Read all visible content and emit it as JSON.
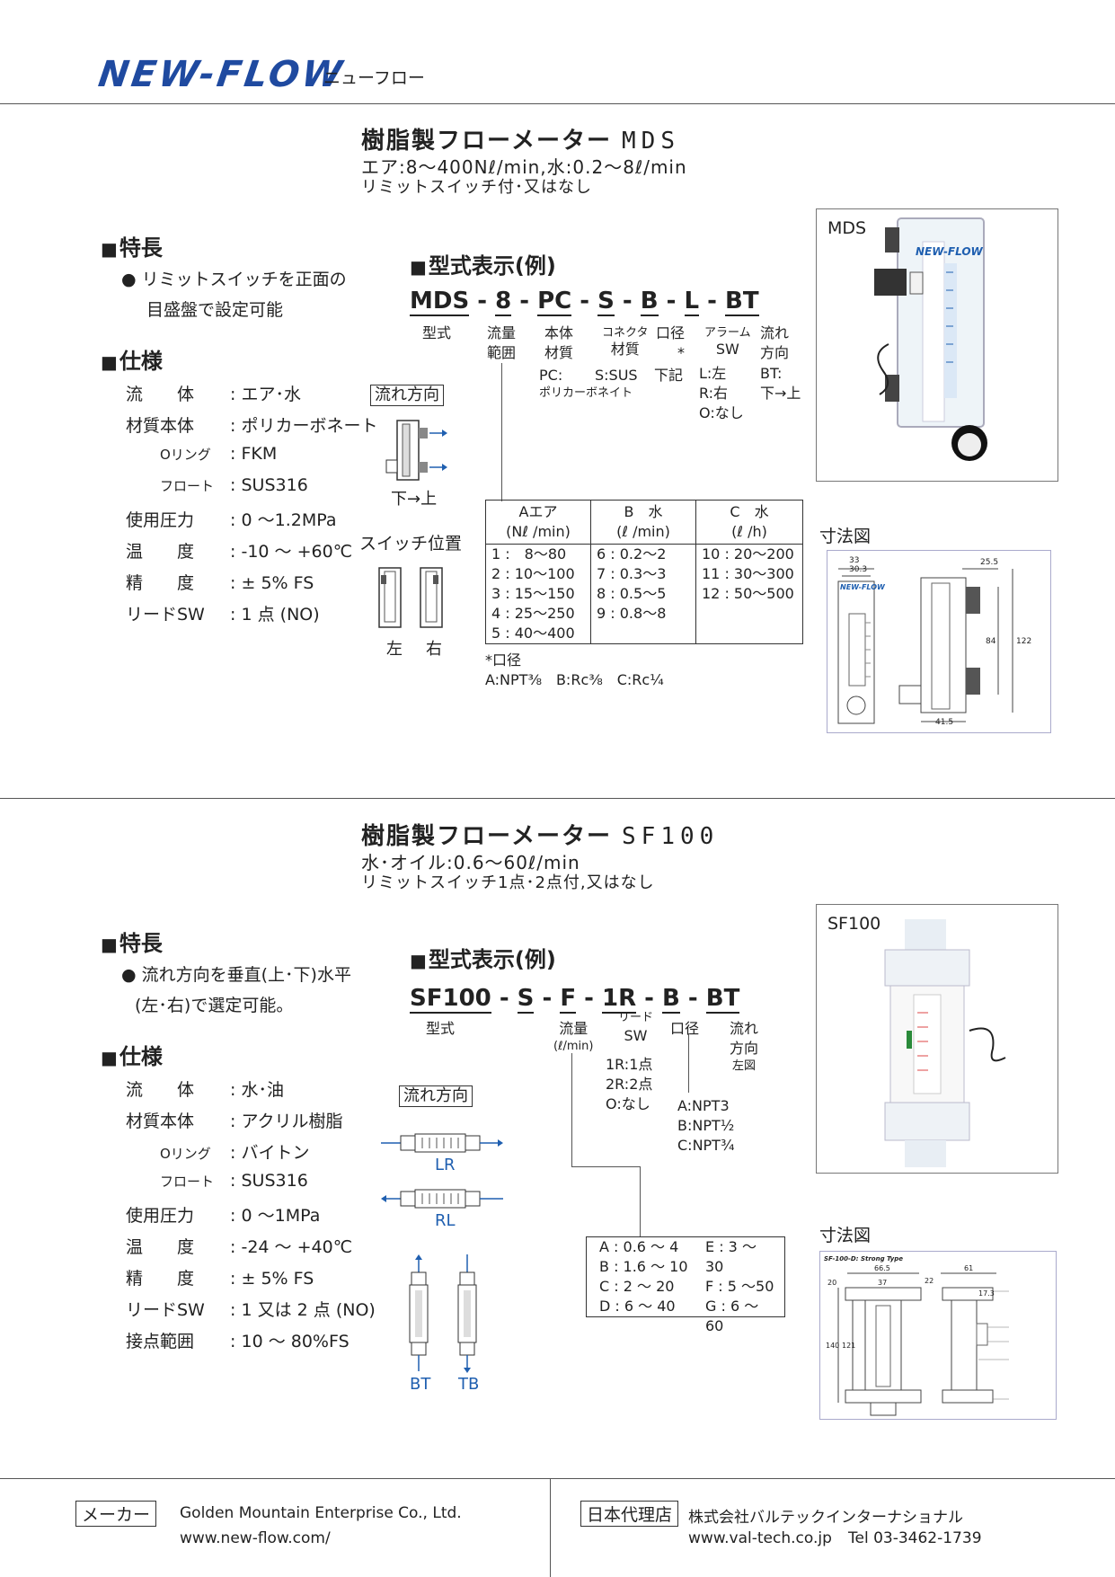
{
  "header": {
    "logo": "NEW-FLOW",
    "logo_kana": "ニューフロー"
  },
  "mds": {
    "title": "樹脂製フローメーター",
    "code": "MDS",
    "range": "エア:8～400Nℓ/min,水:0.2～8ℓ/min",
    "note": "リミットスイッチ付･又はなし",
    "features_heading": "特長",
    "feature_line1": "● リミットスイッチを正面の",
    "feature_line2": "目盛盤で設定可能",
    "spec_heading": "仕様",
    "specs": [
      {
        "label": "流　　体",
        "value": "エア･水"
      },
      {
        "label": "材質本体",
        "value": "ポリカーボネート"
      },
      {
        "label": "Oリング",
        "value": "FKM"
      },
      {
        "label": "フロート",
        "value": "SUS316"
      },
      {
        "label": "使用圧力",
        "value": "0 ～1.2MPa"
      },
      {
        "label": "温　　度",
        "value": "-10 ～ +60℃"
      },
      {
        "label": "精　　度",
        "value": "± 5% FS"
      },
      {
        "label": "リードSW",
        "value": "1 点 (NO)"
      }
    ],
    "flow_dir_label": "流れ方向",
    "flow_dir_caption": "下→上",
    "switch_pos_label": "スイッチ位置",
    "switch_left": "左",
    "switch_right": "右",
    "model_heading": "型式表示(例)",
    "model_parts": [
      "MDS",
      "8",
      "PC",
      "S",
      "B",
      "L",
      "BT"
    ],
    "model_labels": {
      "p0": "型式",
      "p1a": "流量",
      "p1b": "範囲",
      "p2a": "本体",
      "p2b": "材質",
      "p3a": "コネクタ",
      "p3b": "材質",
      "p4a": "口径",
      "p4b": "*",
      "p5a": "アラーム",
      "p5b": "SW",
      "p6a": "流れ",
      "p6b": "方向"
    },
    "model_opts": {
      "pc1": "PC:",
      "pc2": "ポリカーボネイト",
      "s": "S:SUS",
      "b": "下記",
      "l1": "L:左",
      "l2": "R:右",
      "l3": "O:なし",
      "bt1": "BT:",
      "bt2": "下→上"
    },
    "range_table": {
      "headers": [
        [
          "Aエア",
          "(Nℓ /min)"
        ],
        [
          "B　水",
          "(ℓ /min)"
        ],
        [
          "C　水",
          "(ℓ /h)"
        ]
      ],
      "col_a": [
        "1 :　8～80",
        "2 : 10～100",
        "3 : 15～150",
        "4 : 25～250",
        "5 : 40～400"
      ],
      "col_b": [
        "6 : 0.2～2",
        "7 : 0.3～3",
        "8 : 0.5～5",
        "9 : 0.8～8"
      ],
      "col_c": [
        "10 : 20～200",
        "11 : 30～300",
        "12 : 50～500"
      ]
    },
    "port_note_title": "*口径",
    "port_note": "A:NPT⅜　B:Rc⅜　C:Rc¼",
    "photo_label": "MDS",
    "dim_label": "寸法図",
    "dims": {
      "d33": "33",
      "d30": "30.3",
      "d25": "25.5",
      "d84": "84",
      "d122": "122",
      "d41": "41.5"
    }
  },
  "sf100": {
    "title": "樹脂製フローメーター",
    "code": "SF100",
    "range": "水･オイル:0.6～60ℓ/min",
    "note": "リミットスイッチ1点･2点付,又はなし",
    "features_heading": "特長",
    "feature_line1": "● 流れ方向を垂直(上･下)水平",
    "feature_line2": "(左･右)で選定可能。",
    "spec_heading": "仕様",
    "specs": [
      {
        "label": "流　　体",
        "value": "水･油"
      },
      {
        "label": "材質本体",
        "value": "アクリル樹脂"
      },
      {
        "label": "Oリング",
        "value": "バイトン"
      },
      {
        "label": "フロート",
        "value": "SUS316"
      },
      {
        "label": "使用圧力",
        "value": "0 ～1MPa"
      },
      {
        "label": "温　　度",
        "value": "-24 ～ +40℃"
      },
      {
        "label": "精　　度",
        "value": "± 5% FS"
      },
      {
        "label": "リードSW",
        "value": "1 又は 2 点 (NO)"
      },
      {
        "label": "接点範囲",
        "value": "10 ～ 80%FS"
      }
    ],
    "flow_dir_label": "流れ方向",
    "flow_lr": "LR",
    "flow_rl": "RL",
    "flow_bt": "BT",
    "flow_tb": "TB",
    "model_heading": "型式表示(例)",
    "model_parts": [
      "SF100",
      "S",
      "F",
      "1R",
      "B",
      "BT"
    ],
    "model_labels": {
      "p0": "型式",
      "p2a": "流量",
      "p2b": "(ℓ/min)",
      "p3a": "リード",
      "p3b": "SW",
      "p4": "口径",
      "p5a": "流れ",
      "p5b": "方向",
      "p5c": "左図"
    },
    "model_opts": {
      "sw1": "1R:1点",
      "sw2": "2R:2点",
      "sw3": "O:なし",
      "port1": "A:NPT3",
      "port2": "B:NPT½",
      "port3": "C:NPT¾"
    },
    "range_table": {
      "col1": [
        "A : 0.6 ～ 4",
        "B : 1.6 ～ 10",
        "C : 2 ～ 20",
        "D : 6 ～ 40"
      ],
      "col2": [
        "E : 3 ～ 30",
        "F : 5 ～50",
        "G : 6 ～ 60"
      ]
    },
    "photo_label": "SF100",
    "dim_label": "寸法図",
    "dim_title": "SF-100-D: Strong Type",
    "dims": {
      "d66": "66.5",
      "d61": "61",
      "d20": "20",
      "d140": "140",
      "d121": "121",
      "d37": "37",
      "d22": "22",
      "d17": "17.3"
    }
  },
  "footer": {
    "maker_label": "メーカー",
    "maker_name": "Golden Mountain Enterprise Co., Ltd.",
    "maker_url": "www.new-flow.com/",
    "agent_label": "日本代理店",
    "agent_name": "株式会社バルテックインターナショナル",
    "agent_url": "www.val-tech.co.jp",
    "agent_tel": "Tel 03-3462-1739"
  },
  "colors": {
    "brand_blue": "#1f4aa0"
  }
}
